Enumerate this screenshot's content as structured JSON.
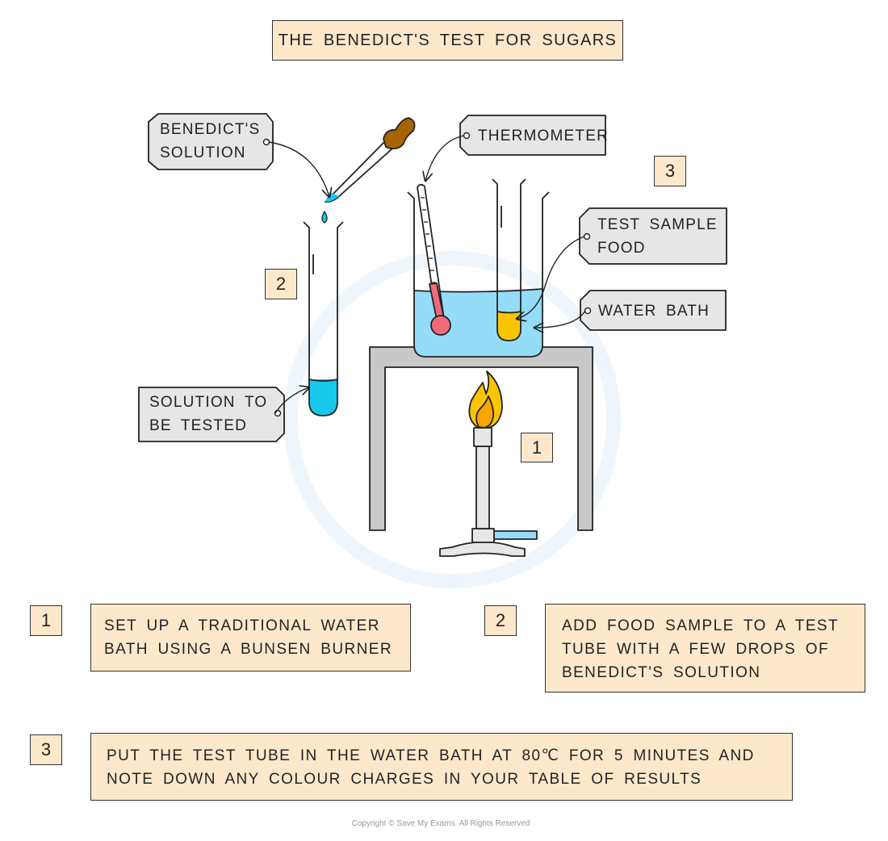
{
  "title": "THE BENEDICT'S TEST FOR SUGARS",
  "labels": {
    "benedicts_solution": [
      "BENEDICT'S",
      "SOLUTION"
    ],
    "thermometer": [
      "THERMOMETER"
    ],
    "test_sample_food": [
      "TEST SAMPLE",
      "FOOD"
    ],
    "water_bath": [
      "WATER BATH"
    ],
    "solution_to_be_tested": [
      "SOLUTION TO",
      "BE TESTED"
    ]
  },
  "diagram_numbers": {
    "burner": "1",
    "test_tube": "2",
    "water_bath": "3"
  },
  "steps": [
    {
      "number": "1",
      "text": "SET UP A TRADITIONAL WATER BATH USING A BUNSEN BURNER"
    },
    {
      "number": "2",
      "text": "ADD FOOD SAMPLE TO A TEST TUBE WITH A FEW DROPS OF BENEDICT'S SOLUTION"
    },
    {
      "number": "3",
      "text": "PUT THE TEST TUBE IN THE WATER BATH AT 80℃ FOR 5 MINUTES AND NOTE DOWN ANY COLOUR CHARGES IN YOUR TABLE OF RESULTS"
    }
  ],
  "copyright": "Copyright © Save My Exams. All Rights Reserved",
  "colors": {
    "box_fill": "#fee8cb",
    "tag_fill": "#e6e6e6",
    "water": "#94dcf8",
    "benedicts": "#18c8ec",
    "food_sample": "#f9c400",
    "thermometer_red": "#f06a7a",
    "stand": "#c8c8c8",
    "dropper_bulb": "#a86400"
  }
}
